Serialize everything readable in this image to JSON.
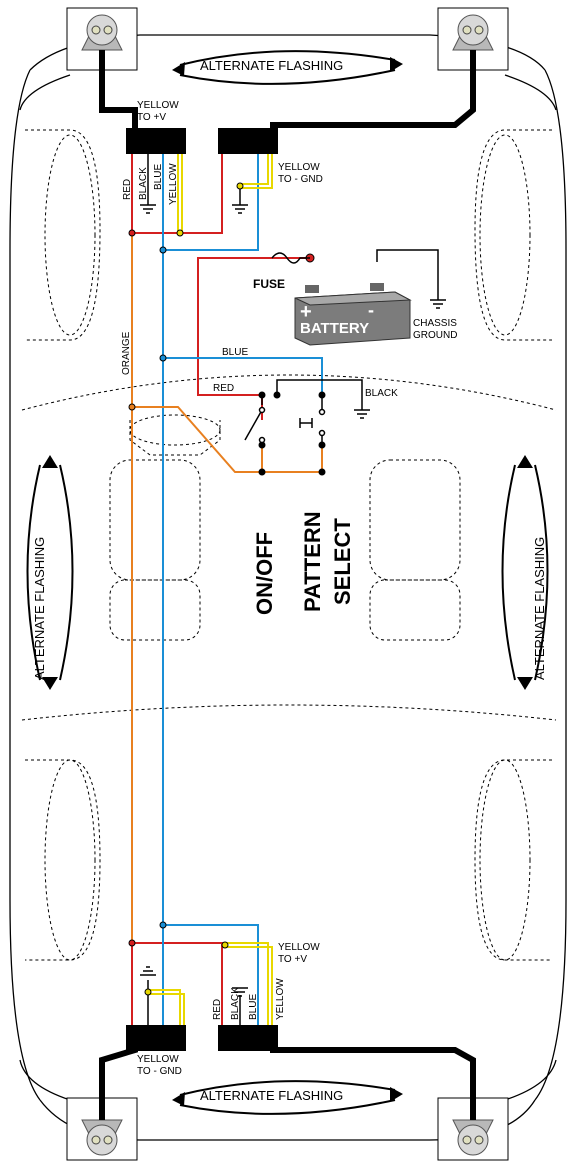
{
  "labels": {
    "alternate_flashing": "ALTERNATE FLASHING",
    "yellow_to_pos": "YELLOW",
    "to_pos": "TO +V",
    "yellow_to_gnd": "YELLOW",
    "to_gnd": "TO - GND",
    "red": "RED",
    "black": "BLACK",
    "blue": "BLUE",
    "yellow": "YELLOW",
    "orange": "ORANGE",
    "fuse": "FUSE",
    "battery": "BATTERY",
    "plus": "+",
    "minus": "-",
    "chassis": "CHASSIS",
    "ground": "GROUND",
    "on_off": "ON/OFF",
    "pattern": "PATTERN",
    "select": "SELECT"
  },
  "colors": {
    "red_wire": "#d42020",
    "blue_wire": "#1a8fd6",
    "orange_wire": "#e88020",
    "yellow_wire": "#e8d800",
    "battery": "#808080"
  }
}
